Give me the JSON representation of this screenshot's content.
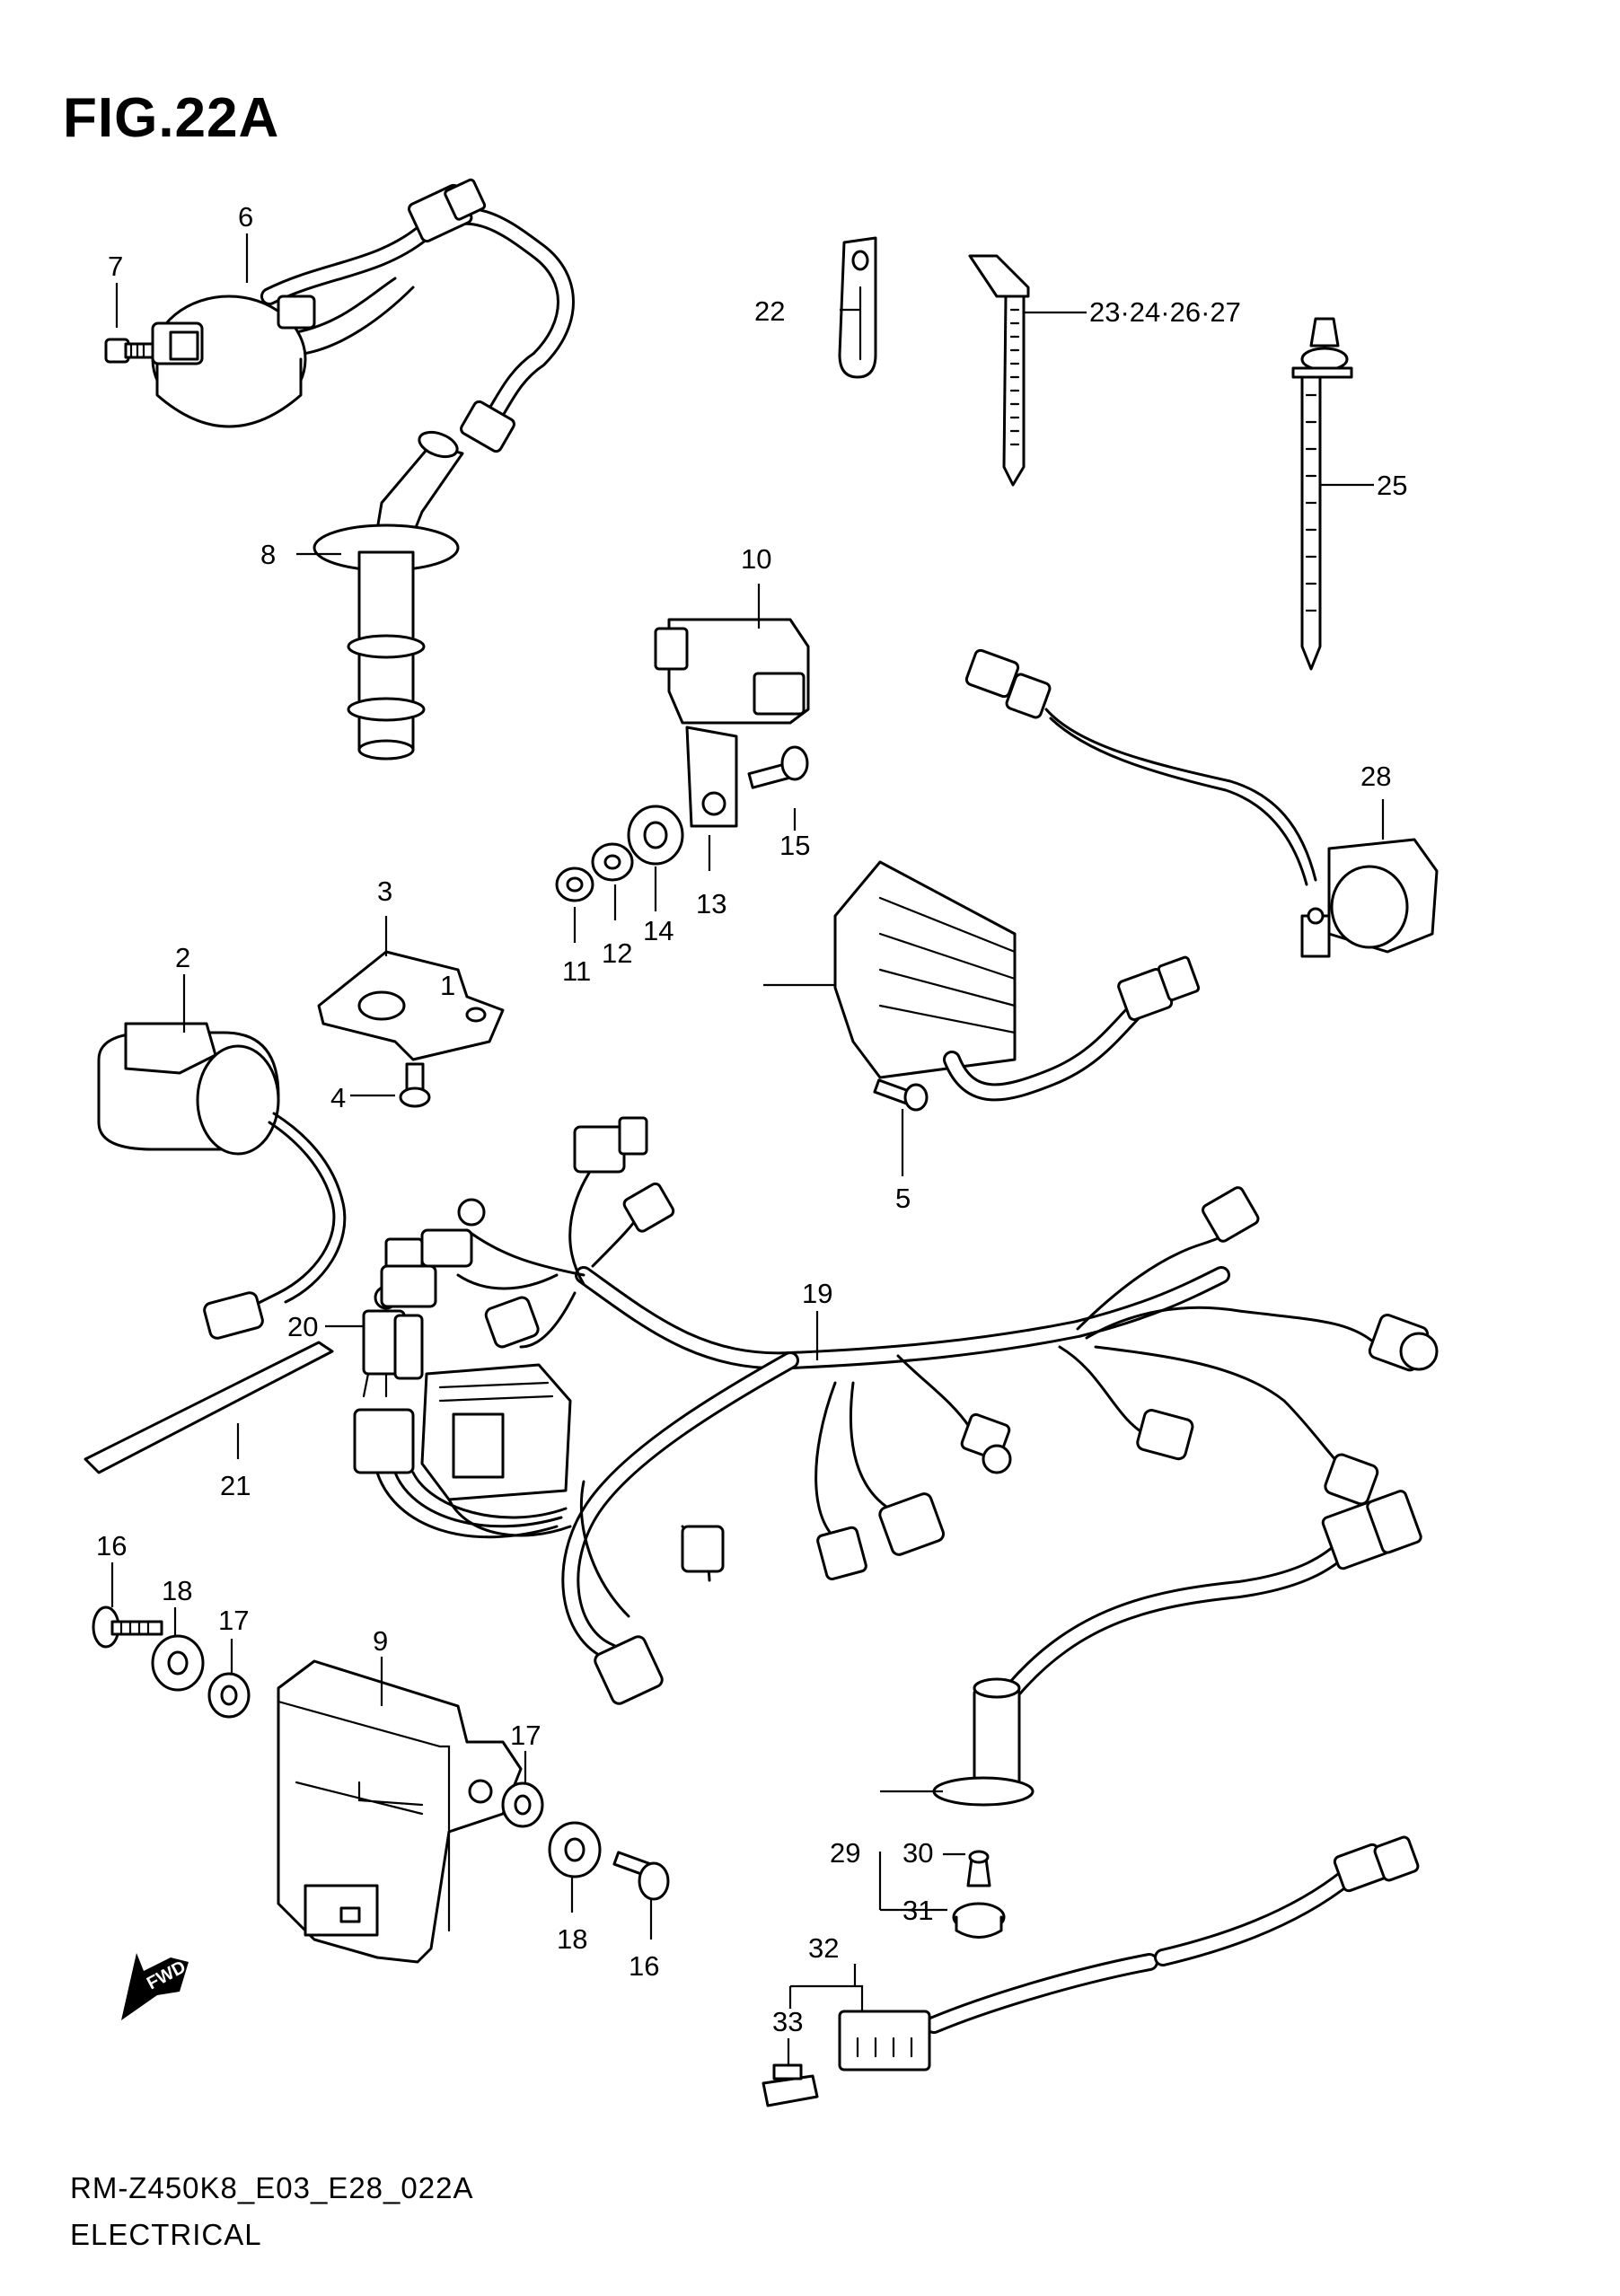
{
  "figure": {
    "title": "FIG.22A",
    "model_code": "RM-Z450K8_E03_E28_022A",
    "section_name": "ELECTRICAL"
  },
  "direction_badge": {
    "text": "FWD"
  },
  "callouts": {
    "c1": "1",
    "c2": "2",
    "c3": "3",
    "c4": "4",
    "c5": "5",
    "c6": "6",
    "c7": "7",
    "c8": "8",
    "c9": "9",
    "c10": "10",
    "c11": "11",
    "c12": "12",
    "c13": "13",
    "c14": "14",
    "c15": "15",
    "c16a": "16",
    "c16b": "16",
    "c17a": "17",
    "c17b": "17",
    "c18a": "18",
    "c18b": "18",
    "c19": "19",
    "c20": "20",
    "c21": "21",
    "c22": "22",
    "c23_27": "23·24·26·27",
    "c25": "25",
    "c28": "28",
    "c29": "29",
    "c30": "30",
    "c31": "31",
    "c32": "32",
    "c33": "33"
  }
}
